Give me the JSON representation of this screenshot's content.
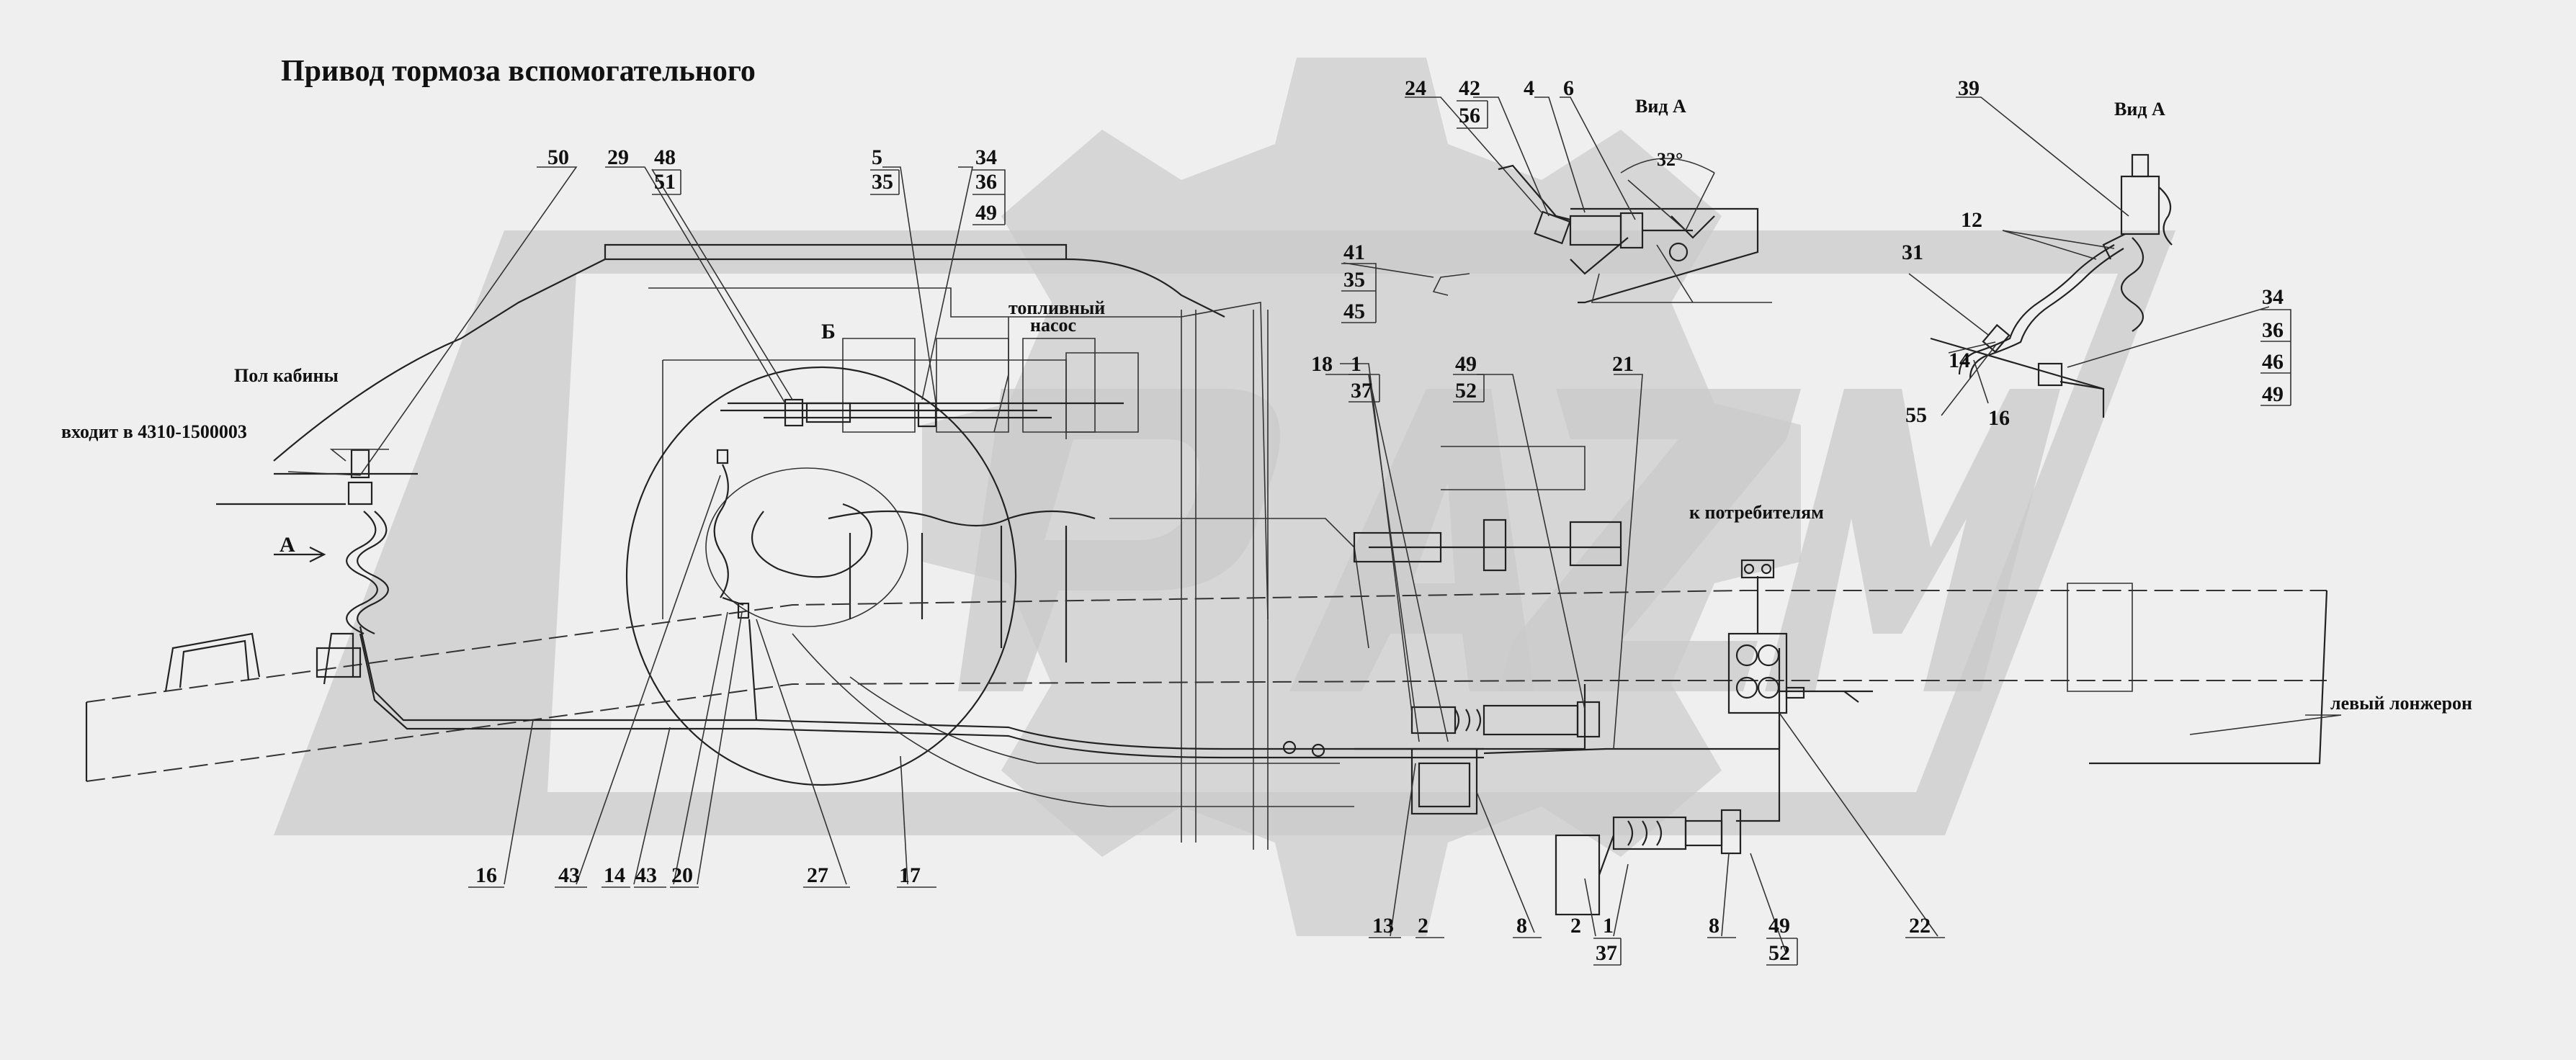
{
  "title": "Привод тормоза вспомогательного",
  "labels": {
    "cab_floor": "Пол кабины",
    "enters_into": "входит в 4310-1500003",
    "view_a_1": "Вид А",
    "view_a_2": "Вид А",
    "fuel_pump_1": "топливный",
    "fuel_pump_2": "насос",
    "to_consumers": "к потребителям",
    "left_spar": "левый лонжерон",
    "arrow_a": "А",
    "section_b": "Б",
    "angle": "32°"
  },
  "callouts": {
    "c50": "50",
    "c29": "29",
    "c48": "48",
    "c51": "51",
    "c5": "5",
    "c35a": "35",
    "c34a": "34",
    "c36a": "36",
    "c49a": "49",
    "c24": "24",
    "c42": "42",
    "c56": "56",
    "c4": "4",
    "c6": "6",
    "c41": "41",
    "c35b": "35",
    "c45": "45",
    "c39": "39",
    "c12": "12",
    "c31": "31",
    "c14a": "14",
    "c55": "55",
    "c16a": "16",
    "c34b": "34",
    "c36b": "36",
    "c46": "46",
    "c49b": "49",
    "c18": "18",
    "c1a": "1",
    "c37a": "37",
    "c49c": "49",
    "c52a": "52",
    "c21": "21",
    "c16b": "16",
    "c43a": "43",
    "c14b": "14",
    "c43b": "43",
    "c20": "20",
    "c27": "27",
    "c17": "17",
    "c13": "13",
    "c2a": "2",
    "c8a": "8",
    "c2b": "2",
    "c1b": "1",
    "c37b": "37",
    "c8b": "8",
    "c49d": "49",
    "c52b": "52",
    "c22": "22"
  }
}
